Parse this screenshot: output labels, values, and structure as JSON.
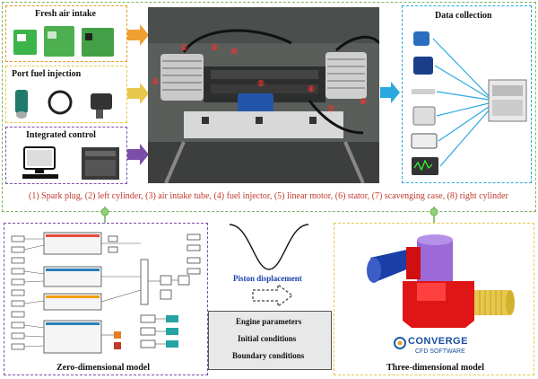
{
  "panels": {
    "fresh_air": "Fresh air intake",
    "port_fuel": "Port fuel injection",
    "integrated": "Integrated control",
    "data_collection": "Data collection"
  },
  "photo_labels": [
    "①",
    "②",
    "③",
    "④",
    "⑤",
    "⑥",
    "⑦",
    "⑧"
  ],
  "caption": "(1) Spark plug, (2) left cylinder, (3) air intake tube, (4) fuel injector, (5) linear motor, (6) stator, (7) scavenging case, (8) right cylinder",
  "middle": {
    "piston_label": "Piston displacement",
    "conditions": [
      "Engine parameters",
      "Initial conditions",
      "Boundary conditions"
    ]
  },
  "bottom": {
    "zero_dim_label": "Zero-dimensional model",
    "three_dim_label": "Three-dimensional model",
    "converge_logo": "CONVERGE",
    "cfd_logo": "CFD SOFTWARE"
  },
  "colors": {
    "orange": "#f0a030",
    "blue": "#2aa8e0",
    "purple": "#7b4fa8",
    "green": "#6ab04c",
    "yellow": "#e8c84a",
    "caption_red": "#c0392b"
  }
}
